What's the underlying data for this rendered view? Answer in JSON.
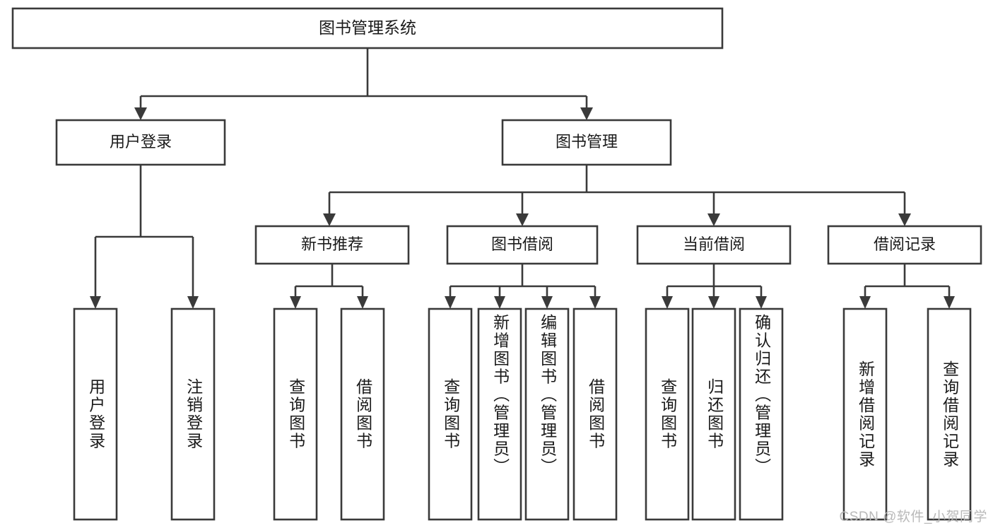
{
  "diagram": {
    "type": "tree-hierarchy",
    "title": "图书管理系统",
    "watermark": "CSDN @软件_小贺同学",
    "colors": {
      "stroke": "#3a3a3a",
      "box_fill": "#ffffff",
      "text": "#1a1a1a",
      "background": "#ffffff",
      "watermark": "#b9b9b9"
    },
    "levels": {
      "root": {
        "label": "图书管理系统"
      },
      "level2": [
        {
          "label": "用户登录"
        },
        {
          "label": "图书管理"
        }
      ],
      "level3": [
        {
          "label": "新书推荐"
        },
        {
          "label": "图书借阅"
        },
        {
          "label": "当前借阅"
        },
        {
          "label": "借阅记录"
        }
      ]
    },
    "leaves": {
      "user_login": [
        {
          "label": "用户登录"
        },
        {
          "label": "注销登录"
        }
      ],
      "new_book_recommend": [
        {
          "label": "查询图书"
        },
        {
          "label": "借阅图书"
        }
      ],
      "book_borrow": [
        {
          "label": "查询图书"
        },
        {
          "label": "新增图书（管理员）"
        },
        {
          "label": "编辑图书（管理员）"
        },
        {
          "label": "借阅图书"
        }
      ],
      "current_borrow": [
        {
          "label": "查询图书"
        },
        {
          "label": "归还图书"
        },
        {
          "label": "确认归还（管理员）"
        }
      ],
      "borrow_record": [
        {
          "label": "新增借阅记录"
        },
        {
          "label": "查询借阅记录"
        }
      ]
    }
  }
}
